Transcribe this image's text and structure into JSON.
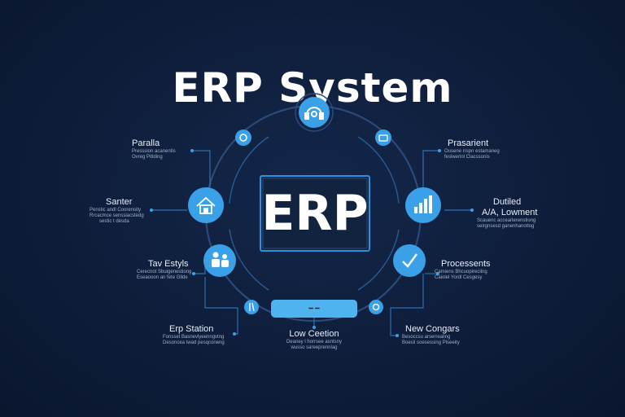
{
  "title": "ERP System",
  "center": {
    "label": "ERP"
  },
  "bottom_bar": {
    "label": "⎯ ⎯"
  },
  "labels": {
    "paralla": {
      "head": "Paralla",
      "lines": [
        "Presssion acanentis",
        "Ovreg Pitlding"
      ]
    },
    "senter": {
      "head": "Santer",
      "lines": [
        "Penstic andl Coorensity",
        "Rrcacmce senssiacstedg",
        "sestic t desda"
      ]
    },
    "tav_estyls": {
      "head": "Tav Estyls",
      "lines": [
        "Cerecnot Sbuigenestiong",
        "Eseaooon an fete Gllde"
      ]
    },
    "erp_station": {
      "head": "Erp Station",
      "lines": [
        "Fonsset Basnevlyeenngvtng",
        "Desoncea twad pesqconeng"
      ]
    },
    "low_ceetion": {
      "head": "Low Ceetion",
      "lines": [
        "Deaney l horrsee asntsny",
        "wusso sareeprennlag"
      ]
    },
    "new_congars": {
      "head": "New Congars",
      "lines": [
        "Besoccsu arserrealing",
        "Boesli soesessing Plseeity"
      ]
    },
    "processents": {
      "head": "Processents",
      "lines": [
        "Camiens Bhcuopirecilng",
        "Caiolel Yordl Cesgesy"
      ]
    },
    "dutiled": {
      "head": "Dutiled",
      "head2": "A/A, Lowment",
      "lines": [
        "Scauenc accearlerenstiong",
        "seirgnsesd ganenhanotlog"
      ]
    },
    "prasarient": {
      "head": "Prasarient",
      "lines": [
        "Ousene rrspn estamaneg",
        "fesiwerinl Clacssonis"
      ]
    }
  },
  "nodes": [
    {
      "name": "headset-node",
      "icon": "headset-icon"
    },
    {
      "name": "small-node-tl",
      "icon": "settings-icon"
    },
    {
      "name": "small-node-tr",
      "icon": "card-icon"
    },
    {
      "name": "home-node",
      "icon": "home-icon"
    },
    {
      "name": "chart-node",
      "icon": "bar-chart-icon"
    },
    {
      "name": "people-node",
      "icon": "people-icon"
    },
    {
      "name": "check-node",
      "icon": "check-icon"
    },
    {
      "name": "small-node-bl",
      "icon": "doc-icon"
    },
    {
      "name": "small-node-br",
      "icon": "gear-icon"
    }
  ],
  "colors": {
    "background": "#0e1d3a",
    "accent": "#3aa0e8",
    "ring": "#2a4a7a",
    "connector": "#2f6fb0",
    "center_border": "#2c8fe0"
  }
}
